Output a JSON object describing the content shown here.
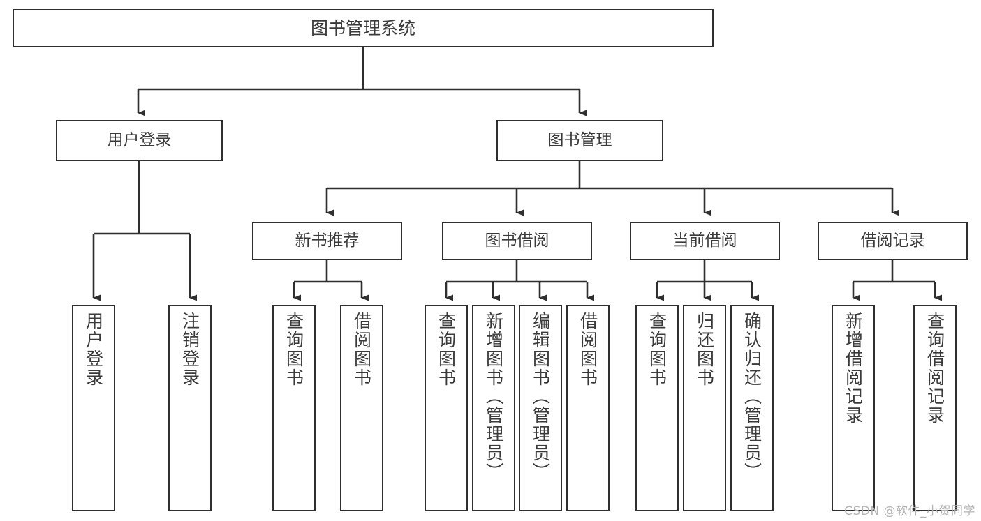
{
  "diagram": {
    "type": "tree",
    "title": "图书管理系统",
    "orientation": "top-down",
    "edge_style": "orthogonal-arrow",
    "colors": {
      "box_border": "#2f2f2f",
      "box_fill": "#ffffff",
      "text": "#3a3a3a",
      "edge": "#2f2f2f",
      "watermark": "#b4b4b4"
    }
  },
  "nodes": {
    "root": {
      "label": "图书管理系统"
    },
    "level1": [
      {
        "label": "用户登录"
      },
      {
        "label": "图书管理"
      }
    ],
    "level2": [
      {
        "label": "新书推荐"
      },
      {
        "label": "图书借阅"
      },
      {
        "label": "当前借阅"
      },
      {
        "label": "借阅记录"
      }
    ],
    "leaves": {
      "user_login": [
        {
          "label": "用户登录"
        },
        {
          "label": "注销登录"
        }
      ],
      "new_book_recommend": [
        {
          "label": "查询图书"
        },
        {
          "label": "借阅图书"
        }
      ],
      "book_borrow": [
        {
          "label": "查询图书"
        },
        {
          "label": "新增图书（管理员）"
        },
        {
          "label": "编辑图书（管理员）"
        },
        {
          "label": "借阅图书"
        }
      ],
      "current_borrow": [
        {
          "label": "查询图书"
        },
        {
          "label": "归还图书"
        },
        {
          "label": "确认归还（管理员）"
        }
      ],
      "borrow_record": [
        {
          "label": "新增借阅记录"
        },
        {
          "label": "查询借阅记录"
        }
      ]
    }
  },
  "watermark": {
    "text": "CSDN @软件_小贺同学"
  }
}
